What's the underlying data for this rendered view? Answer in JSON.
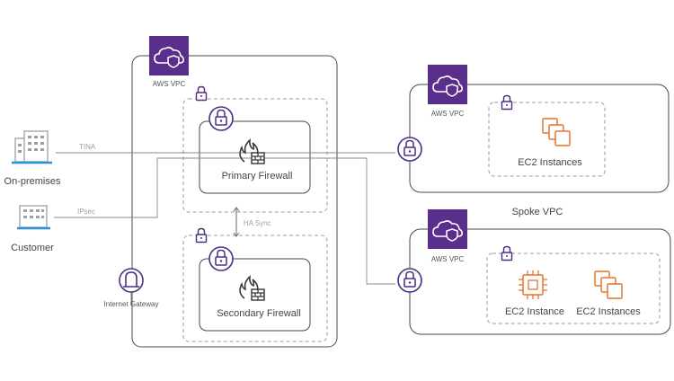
{
  "labels": {
    "hub_vpc": "AWS VPC",
    "spoke_vpc_1": "AWS VPC",
    "spoke_vpc_2": "AWS VPC",
    "spoke_vpc_caption": "Spoke VPC",
    "primary_firewall": "Primary Firewall",
    "secondary_firewall": "Secondary Firewall",
    "ha_sync": "HA Sync",
    "internet_gateway": "Internet Gateway",
    "on_premises": "On-premises",
    "customer": "Customer",
    "tina": "TINA",
    "ipsec": "IPsec",
    "ec2_instances_1": "EC2 Instances",
    "ec2_instance": "EC2 Instance",
    "ec2_instances_2": "EC2 Instances"
  },
  "icons": {
    "vpc": "cloud-shield-icon",
    "lock": "padlock-icon",
    "firewall": "firewall-icon",
    "gateway": "internet-gateway-icon",
    "building": "building-icon",
    "ec2_instances": "ec2-instances-icon",
    "ec2_chip": "ec2-chip-icon"
  },
  "colors": {
    "aws_purple": "#5a2f8c",
    "lock_purple": "#4b2e83",
    "ec2_orange": "#e8742b",
    "building_blue": "#2e8fd6",
    "line_gray": "#8a8a8a"
  }
}
